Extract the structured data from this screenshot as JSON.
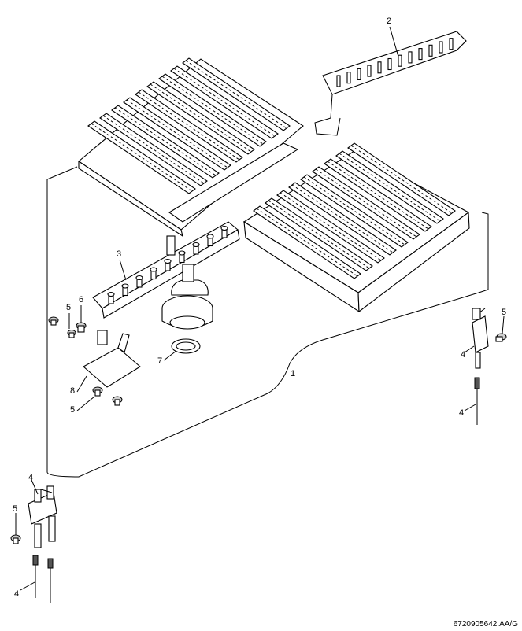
{
  "diagram": {
    "callouts": {
      "c1": "1",
      "c2": "2",
      "c3": "3",
      "c4a": "4",
      "c4b": "4",
      "c4c": "4",
      "c4d": "4",
      "c5a": "5",
      "c5b": "5",
      "c5c": "5",
      "c5d": "5",
      "c6": "6",
      "c7": "7",
      "c8": "8"
    },
    "drawing_code": "6720905642.AA/G"
  }
}
